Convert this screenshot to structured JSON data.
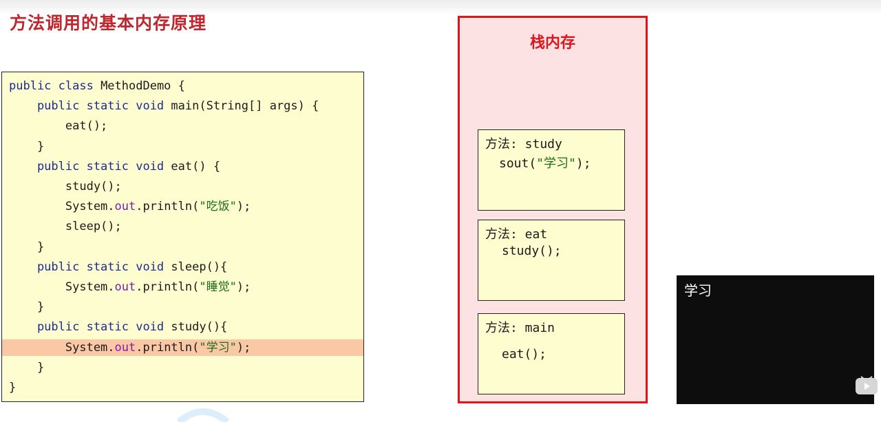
{
  "page": {
    "title": "方法调用的基本内存原理"
  },
  "code": {
    "lines": [
      [
        {
          "t": "public class ",
          "c": "kw"
        },
        {
          "t": "MethodDemo {",
          "c": ""
        }
      ],
      [
        {
          "t": "    public static void ",
          "c": "kw"
        },
        {
          "t": "main(String[] args) {",
          "c": ""
        }
      ],
      [
        {
          "t": "        eat();",
          "c": ""
        }
      ],
      [
        {
          "t": "    }",
          "c": ""
        }
      ],
      [
        {
          "t": "    public static void ",
          "c": "kw"
        },
        {
          "t": "eat() {",
          "c": ""
        }
      ],
      [
        {
          "t": "        study();",
          "c": ""
        }
      ],
      [
        {
          "t": "        System.",
          "c": ""
        },
        {
          "t": "out",
          "c": "fld"
        },
        {
          "t": ".println(",
          "c": ""
        },
        {
          "t": "\"吃饭\"",
          "c": "str"
        },
        {
          "t": ");",
          "c": ""
        }
      ],
      [
        {
          "t": "        sleep();",
          "c": ""
        }
      ],
      [
        {
          "t": "    }",
          "c": ""
        }
      ],
      [
        {
          "t": "    public static void ",
          "c": "kw"
        },
        {
          "t": "sleep(){",
          "c": ""
        }
      ],
      [
        {
          "t": "        System.",
          "c": ""
        },
        {
          "t": "out",
          "c": "fld"
        },
        {
          "t": ".println(",
          "c": ""
        },
        {
          "t": "\"睡觉\"",
          "c": "str"
        },
        {
          "t": ");",
          "c": ""
        }
      ],
      [
        {
          "t": "    }",
          "c": ""
        }
      ],
      [
        {
          "t": "    public static void ",
          "c": "kw"
        },
        {
          "t": "study(){",
          "c": ""
        }
      ],
      [
        {
          "t": "        System.",
          "c": ""
        },
        {
          "t": "out",
          "c": "fld"
        },
        {
          "t": ".println(",
          "c": ""
        },
        {
          "t": "\"学习\"",
          "c": "str"
        },
        {
          "t": ");",
          "c": ""
        }
      ],
      [
        {
          "t": "    }",
          "c": ""
        }
      ],
      [
        {
          "t": "}",
          "c": ""
        }
      ]
    ],
    "highlighted_line": 13
  },
  "stack": {
    "title": "栈内存",
    "frames": [
      {
        "name": "方法: study",
        "code": [
          {
            "t": "sout(",
            "c": ""
          },
          {
            "t": "\"学习\"",
            "c": "str"
          },
          {
            "t": ");",
            "c": ""
          }
        ]
      },
      {
        "name": "方法: eat",
        "code": [
          {
            "t": "study();",
            "c": ""
          }
        ]
      },
      {
        "name": "方法: main",
        "code": [
          {
            "t": "eat();",
            "c": ""
          }
        ]
      }
    ]
  },
  "console": {
    "output": "学习"
  },
  "icons": {
    "video": "video-player-icon"
  }
}
